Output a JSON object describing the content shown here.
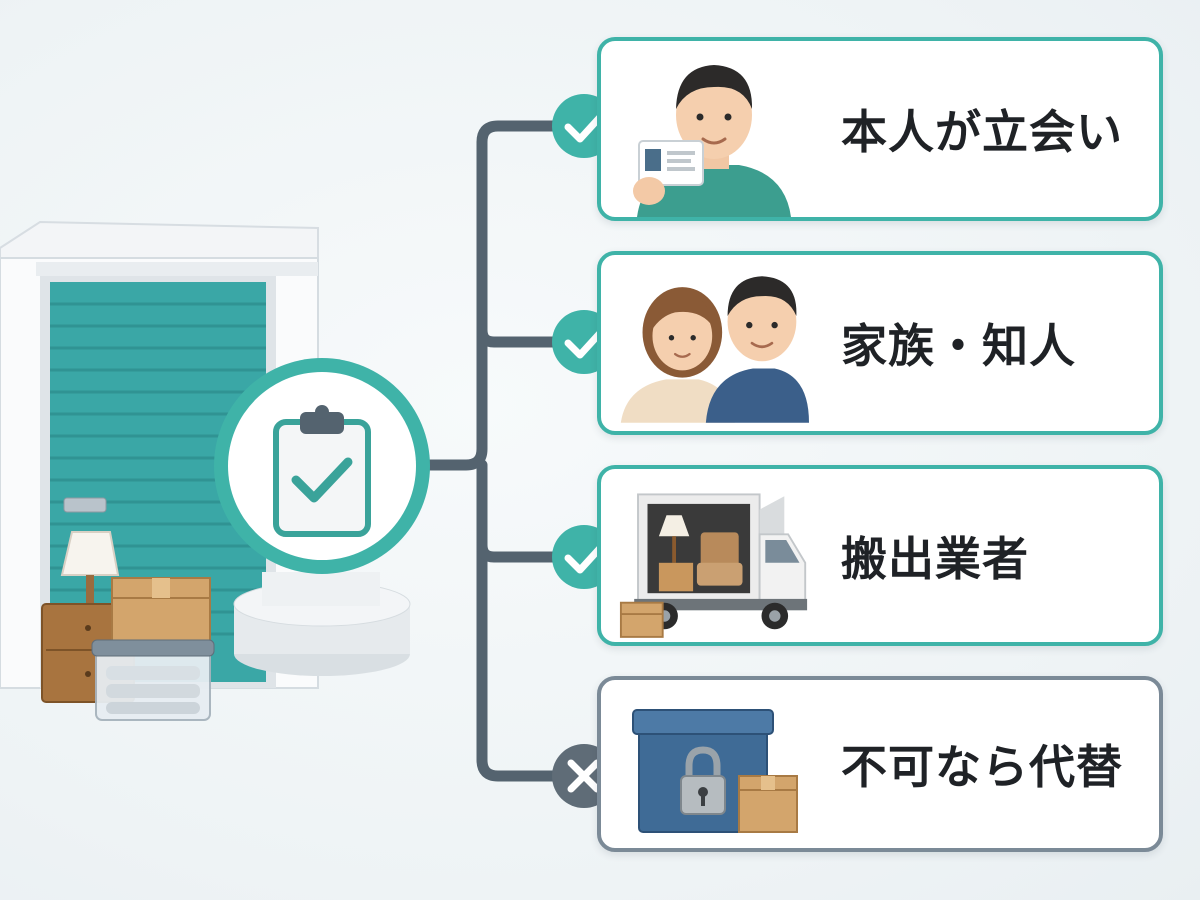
{
  "options": [
    {
      "label": "本人が立会い",
      "status": "allowed",
      "icon": "check-icon",
      "image": "person-with-id-card"
    },
    {
      "label": "家族・知人",
      "status": "allowed",
      "icon": "check-icon",
      "image": "family-couple"
    },
    {
      "label": "搬出業者",
      "status": "allowed",
      "icon": "check-icon",
      "image": "moving-truck"
    },
    {
      "label": "不可なら代替",
      "status": "denied",
      "icon": "cross-icon",
      "image": "locked-box"
    }
  ],
  "center_icon": "clipboard-check-icon",
  "colors": {
    "teal": "#3fb3a8",
    "slate": "#54636f",
    "deny_gray": "#5f6c77",
    "card_border_teal": "#3fb3a8",
    "card_border_gray": "#7b8a97"
  }
}
